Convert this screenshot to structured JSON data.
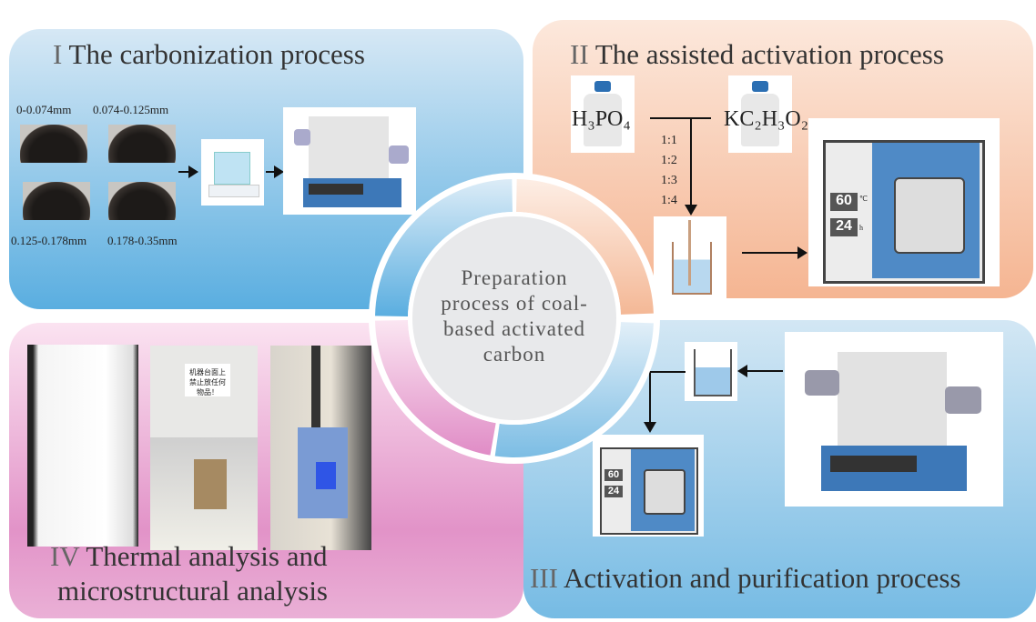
{
  "center": {
    "line1": "Preparation",
    "line2": "process of coal-",
    "line3": "based activated",
    "line4": "carbon"
  },
  "panel1": {
    "numeral": "I",
    "title": "The carbonization process",
    "sizes": [
      "0-0.074mm",
      "0.074-0.125mm",
      "0.125-0.178mm",
      "0.178-0.35mm"
    ]
  },
  "panel2": {
    "numeral": "II",
    "title": "The assisted activation process",
    "reagent_a": "H₃PO₄",
    "reagent_b": "KC₂H₃O₂",
    "ratios": [
      "1:1",
      "1:2",
      "1:3",
      "1:4"
    ],
    "oven_temp": "60",
    "oven_temp_unit": "℃",
    "oven_time": "24",
    "oven_time_unit": "h"
  },
  "panel3": {
    "numeral": "III",
    "title": "Activation and purification process",
    "oven_temp": "60",
    "oven_time": "24"
  },
  "panel4": {
    "numeral": "IV",
    "title_line1": "Thermal analysis and",
    "title_line2": "microstructural analysis",
    "sign_text": "机器台面上禁止放任何物品！"
  },
  "colors": {
    "panel1": "#5aaee0",
    "panel2": "#f5b592",
    "panel3": "#76bbe4",
    "panel4": "#e293c8",
    "center": "#e8e9eb"
  }
}
